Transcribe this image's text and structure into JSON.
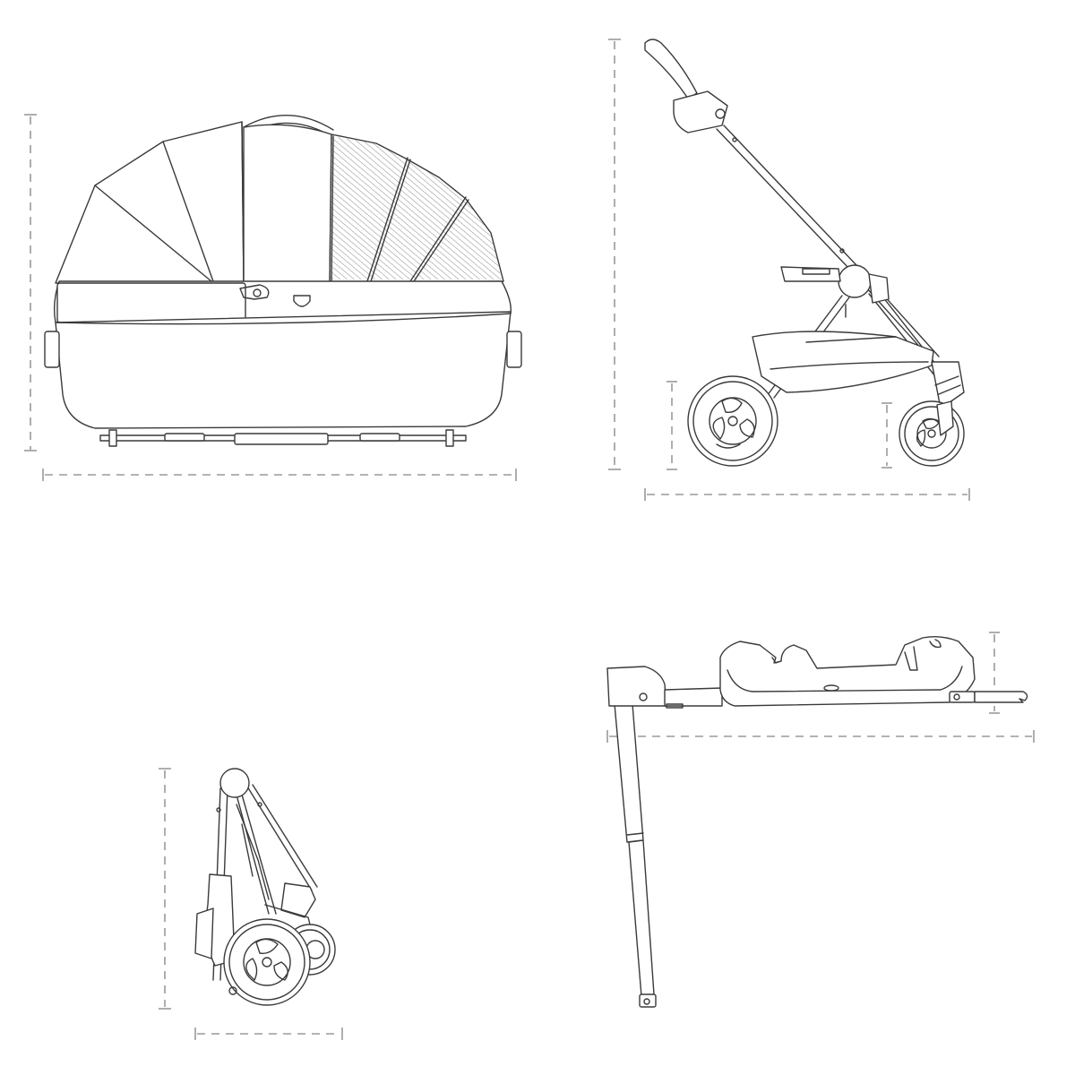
{
  "figure": {
    "views": [
      {
        "id": "carrycot",
        "name": "carrycot-side-view"
      },
      {
        "id": "stroller",
        "name": "stroller-side-view"
      },
      {
        "id": "folded",
        "name": "folded-stroller-view"
      },
      {
        "id": "isofix",
        "name": "isofix-base-view"
      }
    ]
  },
  "style": {
    "line_color": "#3a3a3a",
    "dimension_color": "#9a9a9a",
    "background": "#ffffff"
  }
}
